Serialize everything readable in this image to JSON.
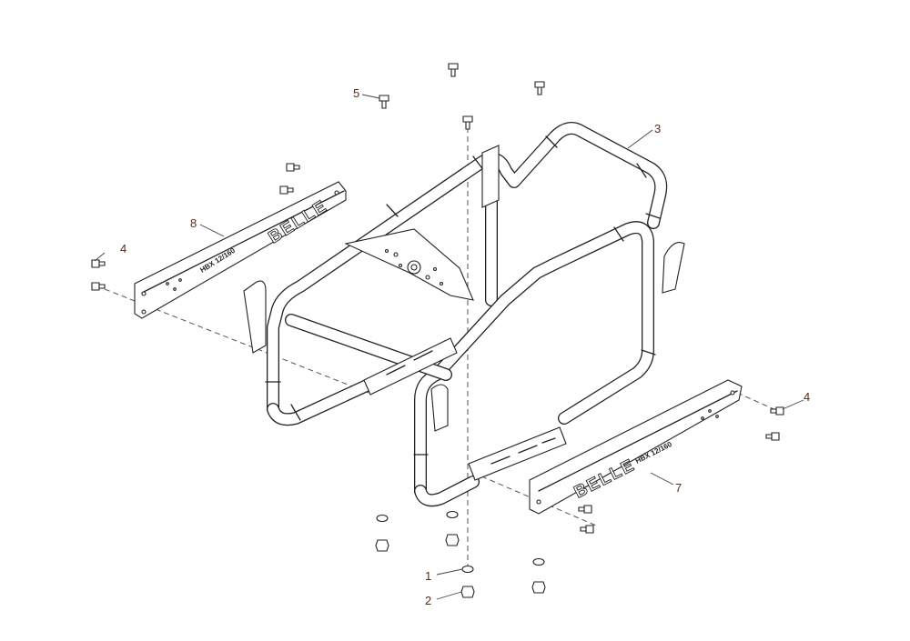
{
  "callouts": [
    {
      "label": "1"
    },
    {
      "label": "2"
    },
    {
      "label": "3"
    },
    {
      "label": "4"
    },
    {
      "label": "4"
    },
    {
      "label": "5"
    },
    {
      "label": "7"
    },
    {
      "label": "8"
    }
  ],
  "rails": {
    "left_brand": "BELLE",
    "left_model": "HBX 12/160",
    "right_brand": "BELLE",
    "right_model": "HBX 12/160"
  },
  "colors": {
    "line": "#222222",
    "callout": "#5a2a1e",
    "background": "#ffffff"
  }
}
